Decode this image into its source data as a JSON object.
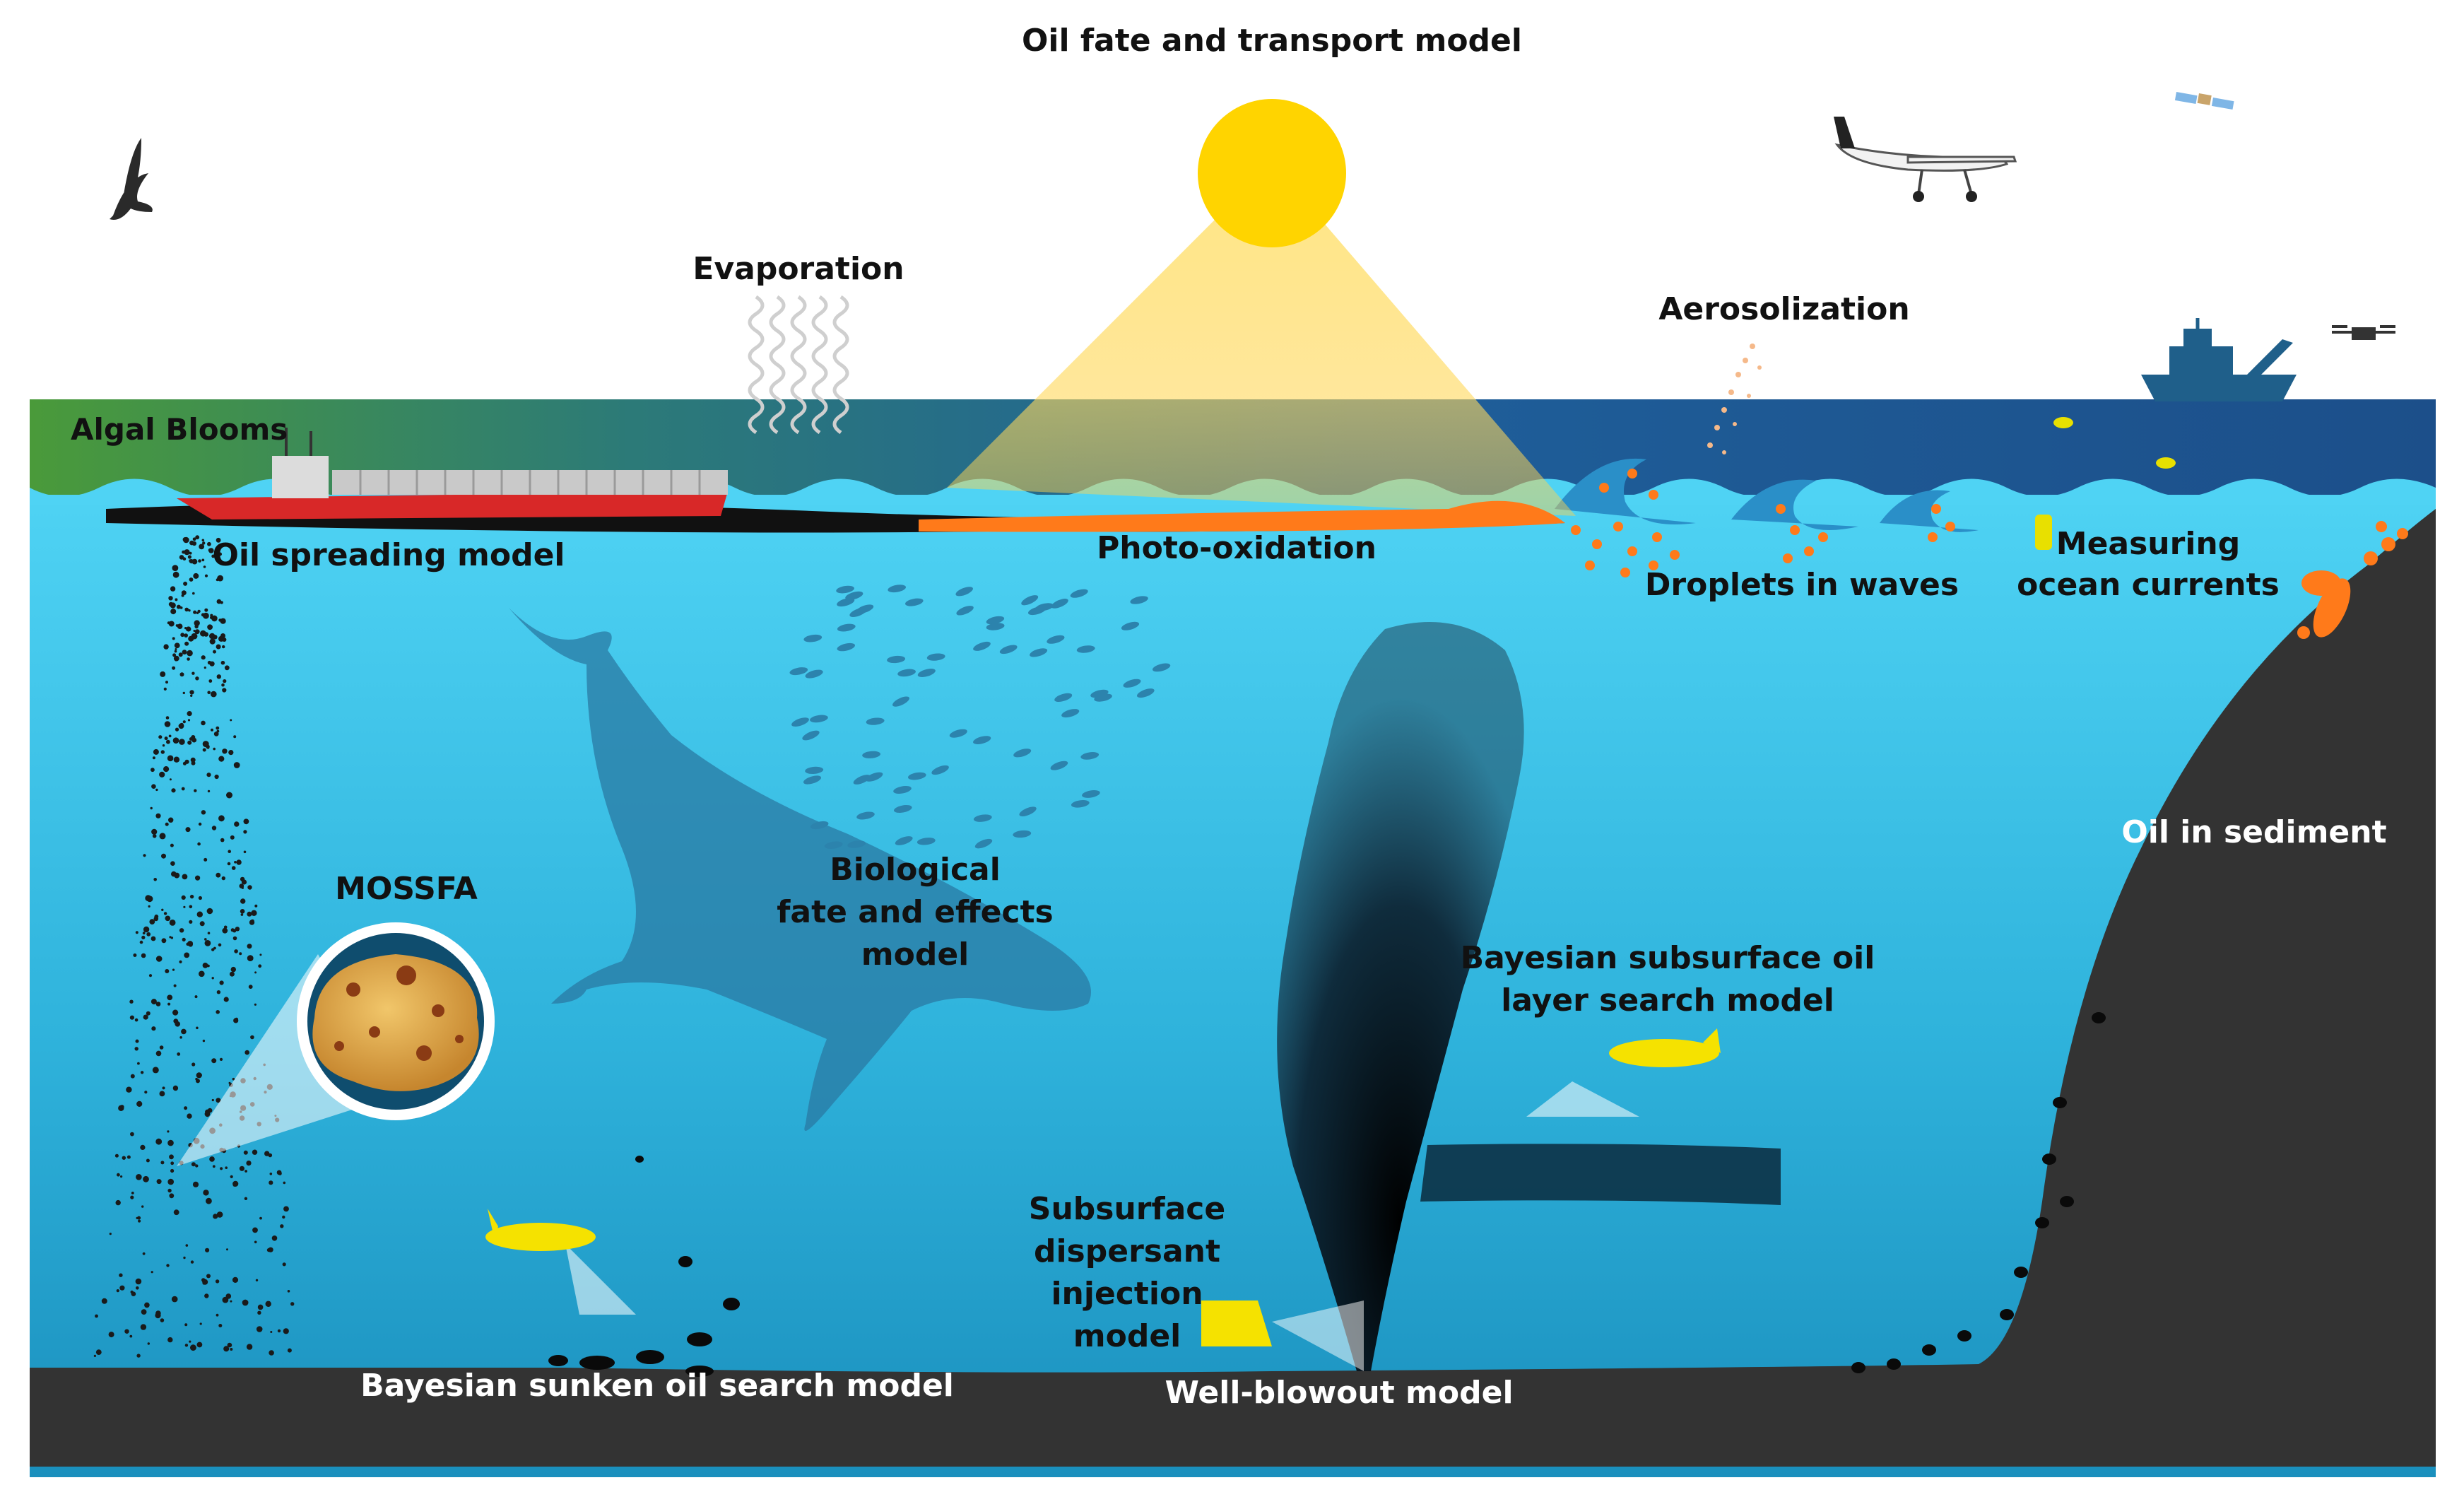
{
  "title": "Oil fate and transport model",
  "labels": {
    "algal_blooms": "Algal Blooms",
    "evaporation": "Evaporation",
    "aerosolization": "Aerosolization",
    "oil_spreading": "Oil spreading model",
    "photo_oxidation": "Photo-oxidation",
    "droplets": "Droplets in waves",
    "currents_1": "Measuring",
    "currents_2": "ocean currents",
    "oil_sediment": "Oil in sediment",
    "mossfa": "MOSSFA",
    "bio_1": "Biological",
    "bio_2": "fate and effects",
    "bio_3": "model",
    "bayes_sub_1": "Bayesian subsurface oil",
    "bayes_sub_2": "layer search model",
    "dispersant_1": "Subsurface",
    "dispersant_2": "dispersant",
    "dispersant_3": "injection",
    "dispersant_4": "model",
    "sunken": "Bayesian sunken oil search model",
    "blowout": "Well-blowout model"
  },
  "icons": [
    "bird-icon",
    "sun-icon",
    "airplane-icon",
    "satellite-icon",
    "drone-icon",
    "ship-icon",
    "cargo-ship-icon",
    "whale-icon",
    "fish-school-icon",
    "auv-icon",
    "buoy-icon",
    "dispersant-injector-icon",
    "oil-plume-icon",
    "magnifier-icon"
  ],
  "colors": {
    "water": "#3dc3ea",
    "sediment": "#333333",
    "sun": "#ffd400",
    "oil_orange": "#ff7a1a",
    "vehicle_yellow": "#f5e200",
    "label_dark": "#111111",
    "label_light": "#ffffff"
  }
}
